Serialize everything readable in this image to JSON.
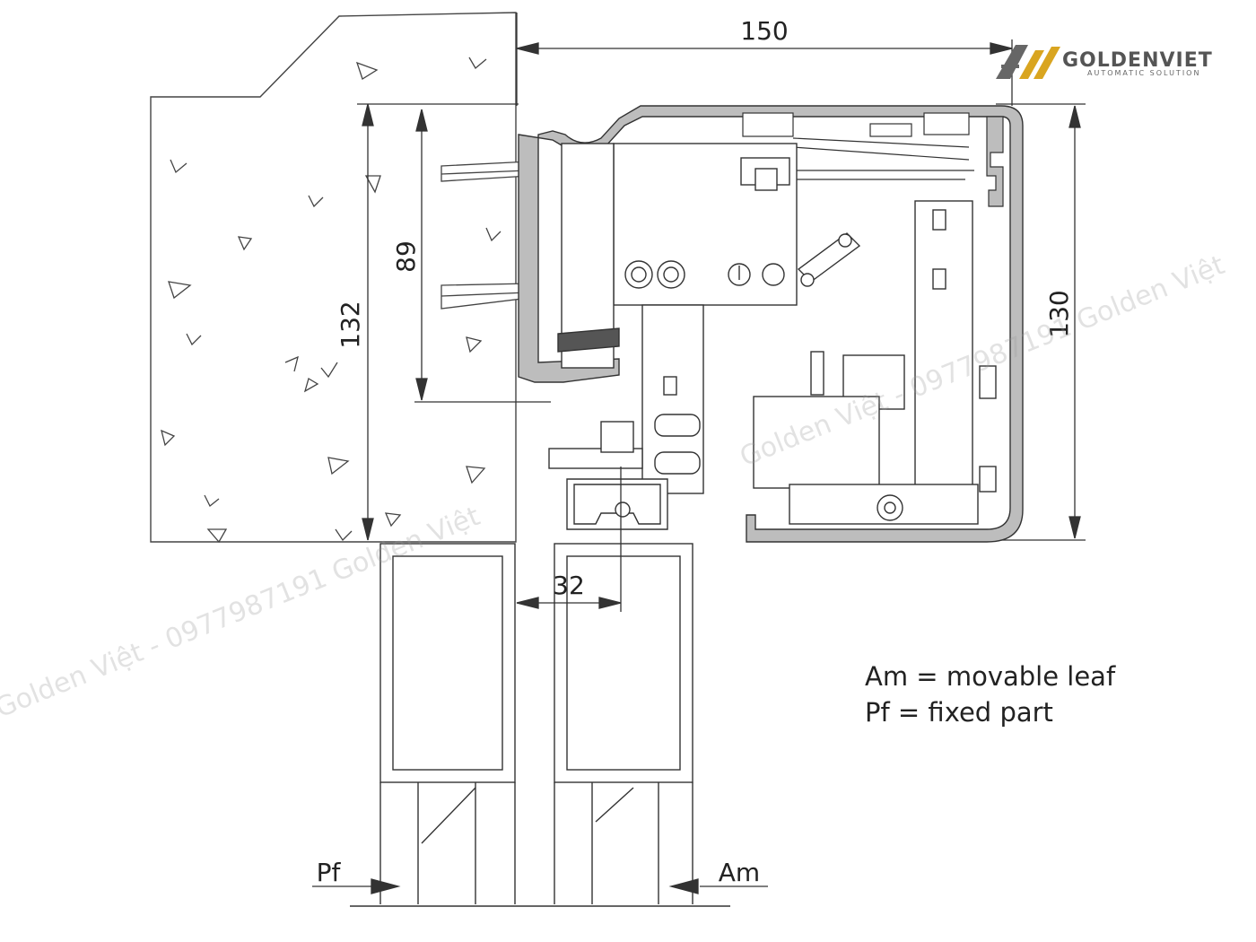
{
  "brand": {
    "name": "GOLDENVIET",
    "tagline": "AUTOMATIC SOLUTION",
    "accent_color": "#d9a520",
    "text_color": "#555555"
  },
  "dimensions": {
    "width_total": "150",
    "height_wall": "132",
    "height_bracket": "89",
    "height_housing": "130",
    "offset_leaf": "32"
  },
  "legend": {
    "line1": "Am = movable leaf",
    "line2": "Pf = fixed part"
  },
  "labels": {
    "fixed": "Pf",
    "movable": "Am"
  },
  "watermark": {
    "text1": "Golden Việt - 0977987191 Golden Việt",
    "text2": "Golden Việt - 0977987191 Golden Việt"
  },
  "colors": {
    "line": "#333333",
    "profile_fill": "#bdbdbd",
    "dark_part": "#555555"
  }
}
